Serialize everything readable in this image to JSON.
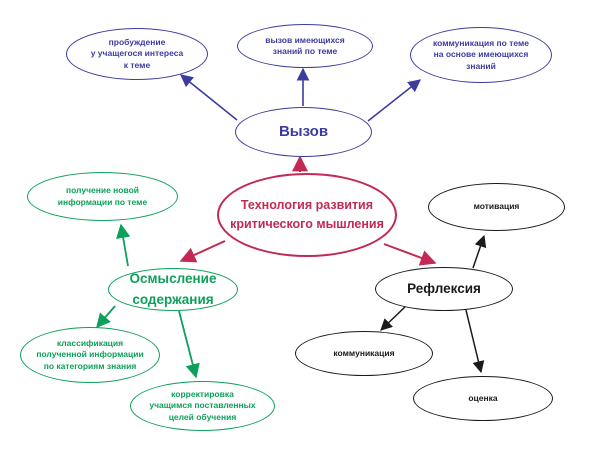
{
  "diagram": {
    "title": "Технология развития критического мышления",
    "type": "concept-map",
    "palette": {
      "blue": "#3c3c9f",
      "red": "#c22a55",
      "green": "#0da05a",
      "black": "#1a1a1a",
      "background": "#ffffff"
    },
    "nodes": {
      "center": {
        "label": "Технология развития\nкритического мышления",
        "color": "#c22a55"
      },
      "vyzov": {
        "label": "Вызов",
        "color": "#3c3c9f"
      },
      "probuzhdenie": {
        "label": "пробуждение\nу учащегося интереса\nк теме",
        "color": "#3c3c9f"
      },
      "vyzov_znanij": {
        "label": "вызов имеющихся\nзнаний по теме",
        "color": "#3c3c9f"
      },
      "kommunikatsiya_po_teme": {
        "label": "коммуникация по теме\nна основе имеющихся\nзнаний",
        "color": "#3c3c9f"
      },
      "osmyslenie": {
        "label": "Осмысление\nсодержания",
        "color": "#0da05a"
      },
      "poluchenie": {
        "label": "получение новой\nинформации по теме",
        "color": "#0da05a"
      },
      "klassifikatsiya": {
        "label": "классификация\nполученной информации\nпо категориям знания",
        "color": "#0da05a"
      },
      "korrektirovka": {
        "label": "корректировка\nучащимся поставленных\nцелей обучения",
        "color": "#0da05a"
      },
      "refleksiya": {
        "label": "Рефлексия",
        "color": "#1a1a1a"
      },
      "motivatsiya": {
        "label": "мотивация",
        "color": "#1a1a1a"
      },
      "kommunikatsiya": {
        "label": "коммуникация",
        "color": "#1a1a1a"
      },
      "otsenka": {
        "label": "оценка",
        "color": "#1a1a1a"
      }
    },
    "edges": [
      {
        "from": "vyzov",
        "to": "probuzhdenie",
        "color": "#3c3c9f"
      },
      {
        "from": "vyzov",
        "to": "vyzov_znanij",
        "color": "#3c3c9f"
      },
      {
        "from": "vyzov",
        "to": "kommunikatsiya_po_teme",
        "color": "#3c3c9f"
      },
      {
        "from": "center",
        "to": "vyzov",
        "color": "#c22a55"
      },
      {
        "from": "center",
        "to": "osmyslenie",
        "color": "#c22a55"
      },
      {
        "from": "center",
        "to": "refleksiya",
        "color": "#c22a55"
      },
      {
        "from": "osmyslenie",
        "to": "poluchenie",
        "color": "#0da05a"
      },
      {
        "from": "osmyslenie",
        "to": "klassifikatsiya",
        "color": "#0da05a"
      },
      {
        "from": "osmyslenie",
        "to": "korrektirovka",
        "color": "#0da05a"
      },
      {
        "from": "refleksiya",
        "to": "motivatsiya",
        "color": "#1a1a1a"
      },
      {
        "from": "refleksiya",
        "to": "kommunikatsiya",
        "color": "#1a1a1a"
      },
      {
        "from": "refleksiya",
        "to": "otsenka",
        "color": "#1a1a1a"
      }
    ]
  }
}
